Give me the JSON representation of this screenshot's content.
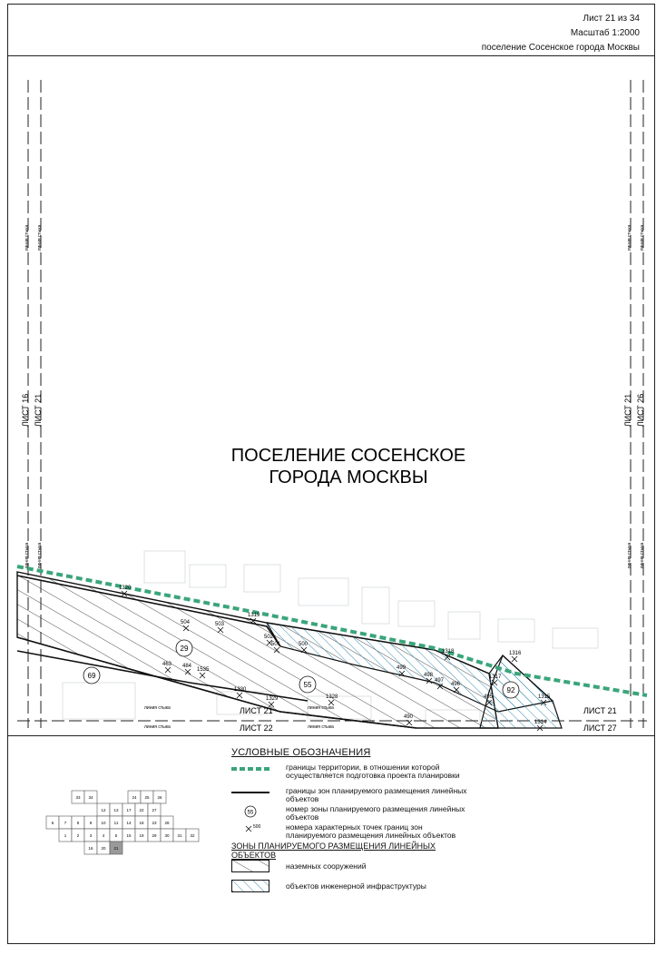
{
  "header": {
    "sheet": "Лист 21 из 34",
    "scale": "Масштаб 1:2000",
    "settlement": "поселение Сосенское города Москвы"
  },
  "map": {
    "title_line1": "ПОСЕЛЕНИЕ СОСЕНСКОЕ",
    "title_line2": "ГОРОДА МОСКВЫ",
    "junction_label": "линия стыка",
    "sheets": {
      "left_outer": "ЛИСТ 16",
      "left_inner": "ЛИСТ 21",
      "right_inner": "ЛИСТ 21",
      "right_outer": "ЛИСТ 26",
      "bottom_left_top": "ЛИСТ 21",
      "bottom_left_bottom": "ЛИСТ 22",
      "bottom_right_top": "ЛИСТ 21",
      "bottom_right_bottom": "ЛИСТ 27"
    },
    "zones": [
      "69",
      "29",
      "55",
      "92"
    ],
    "points": [
      "1320",
      "504",
      "503",
      "1319",
      "502",
      "501",
      "500",
      "463",
      "484",
      "1535",
      "1330",
      "1329",
      "1328",
      "499",
      "498",
      "497",
      "496",
      "495",
      "1318",
      "1317",
      "1316",
      "1315",
      "1314",
      "490"
    ]
  },
  "legend": {
    "title": "УСЛОВНЫЕ ОБОЗНАЧЕНИЯ",
    "items": [
      "границы территории, в отношении которой осуществляется подготовка проекта планировки",
      "границы зон планируемого размещения линейных объектов",
      "номер зоны планируемого размещения линейных объектов",
      "номера характерных точек границ зон планируемого размещения линейных объектов"
    ],
    "symbol_zone": "55",
    "symbol_point": "500",
    "zones_heading": "ЗОНЫ ПЛАНИРУЕМОГО РАЗМЕЩЕНИЯ ЛИНЕЙНЫХ ОБЪЕКТОВ",
    "zone_items": [
      "наземных сооружений",
      "объектов инженерной инфраструктуры"
    ]
  },
  "key_map": {
    "cells": [
      "33",
      "34",
      "24",
      "25",
      "26",
      "12",
      "13",
      "17",
      "22",
      "27",
      "6",
      "7",
      "8",
      "9",
      "10",
      "11",
      "14",
      "18",
      "23",
      "28",
      "1",
      "2",
      "3",
      "4",
      "5",
      "15",
      "19",
      "29",
      "30",
      "31",
      "32",
      "16",
      "20",
      "21"
    ]
  },
  "colors": {
    "boundary": "#3aa57a",
    "hatch_blue": "#3b8fb0",
    "line": "#111111",
    "hatch_black": "#222222"
  }
}
